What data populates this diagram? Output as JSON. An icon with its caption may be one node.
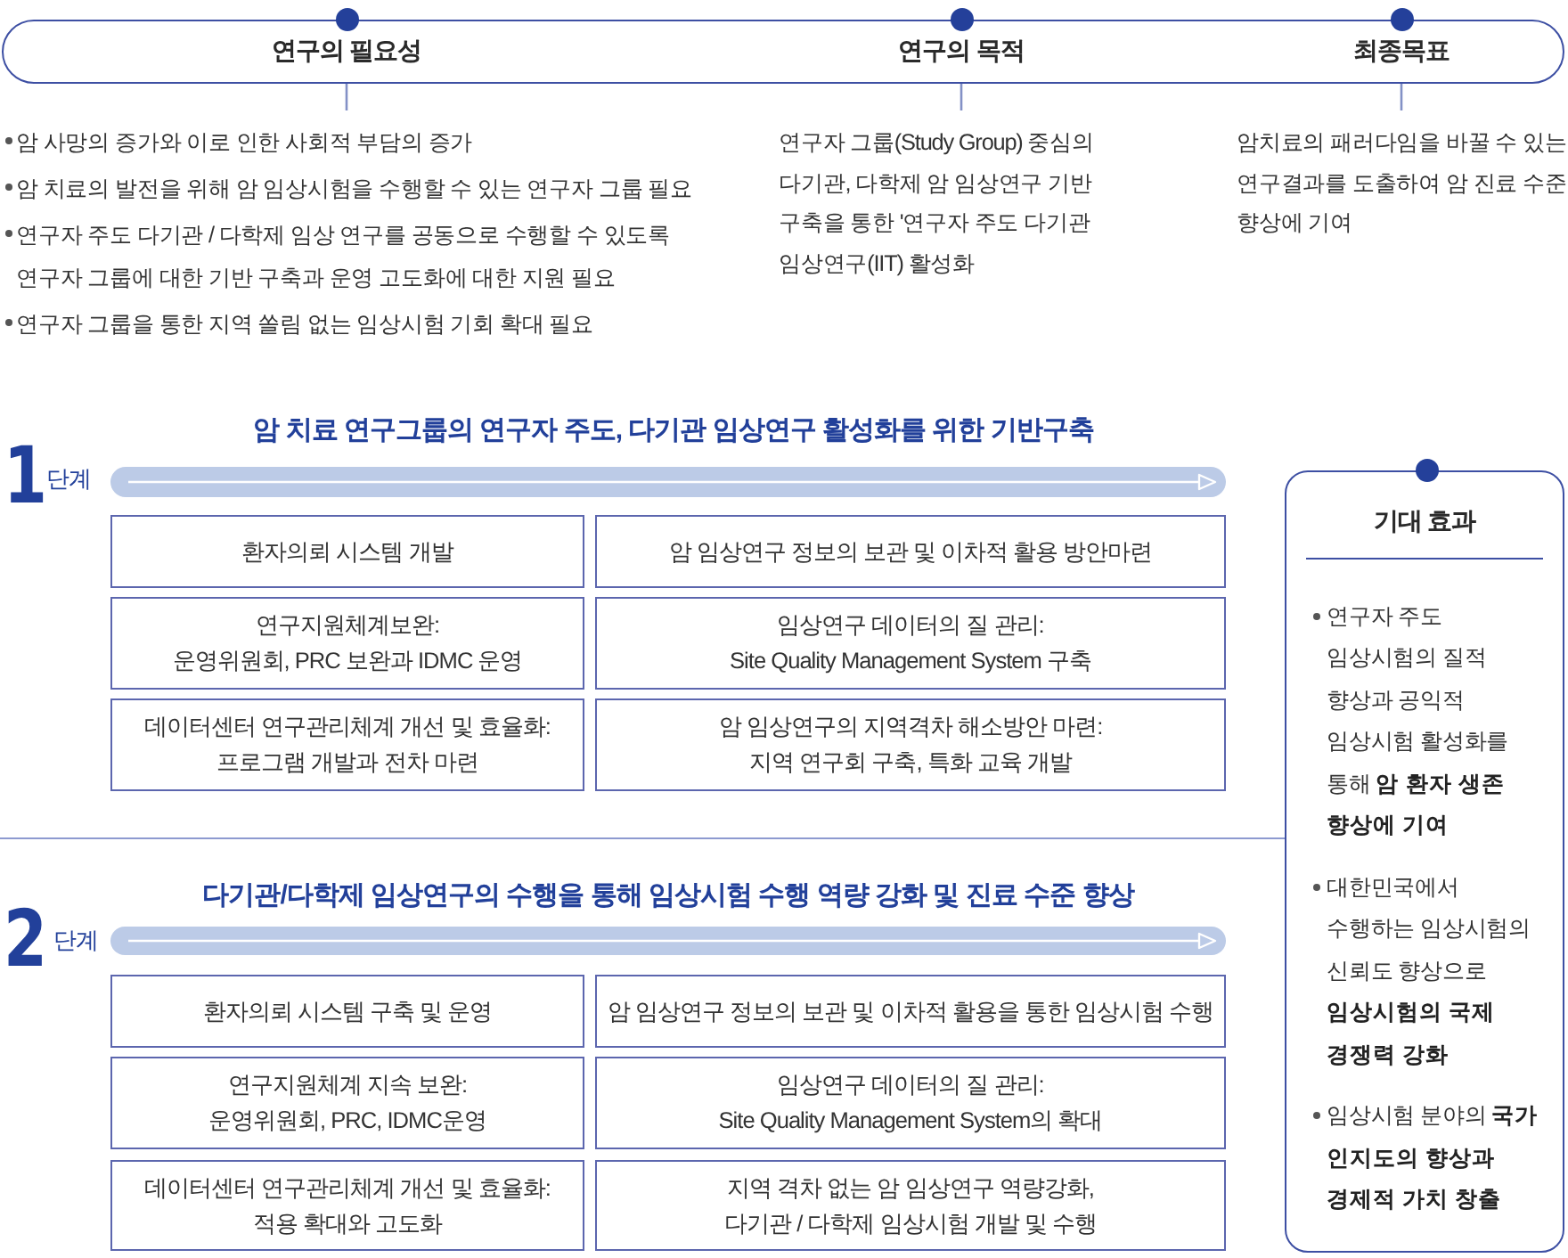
{
  "diagram": {
    "nodes": [
      {
        "text": [],
        "shape": "box"
      },
      {
        "text": [
          "연구의 필요성"
        ],
        "in": 0
      },
      {
        "text": [
          "연구의 목적"
        ],
        "in": 0
      },
      {
        "text": [
          "최종목표"
        ],
        "in": 0
      },
      {
        "text": [
          "암 사망의 증가와 이로 인한 사회적 부담의 증가",
          "암 치료의 발전을 위해 암 임상시험을 수행할 수 있는 연구자 그룹 필요",
          "연구자 주도 다기관 / 다학제 임상 연구를 공동으로 수행할 수 있도록 연구자 그룹에 대한 기반 구축과 운영 고도화에 대한 지원 필요",
          "연구자 그룹을 통한 지역 쏠림 없는 임상시험 기회 확대 필요"
        ]
      },
      {
        "text": [
          "연구자 그룹(Study Group) 중심의 다기관, 다학제 암 임상연구 기반 구축을 통한 '연구자 주도 다기관 임상연구(IIT) 활성화"
        ]
      },
      {
        "text": [
          "암치료의 패러다임을 바꿀 수 있는 연구결과를 도출하여 암 진료 수준 향상에 기여"
        ]
      },
      {
        "text": [
          "환자의뢰 시스템 개발"
        ]
      },
      {
        "text": [
          "암 임상연구 정보의 보관 및 이차적 활용 방안마련"
        ]
      },
      {
        "text": [
          "연구지원체계보완:",
          "운영위원회, PRC 보완과 IDMC 운영"
        ]
      },
      {
        "text": [
          "임상연구 데이터의 질 관리:",
          "Site Quality Management System 구축"
        ]
      },
      {
        "text": [
          "데이터센터 연구관리체계 개선 및 효율화:",
          "프로그램 개발과 전차 마련"
        ]
      },
      {
        "text": [
          "암 임상연구의 지역격차 해소방안 마련:",
          "지역 연구회 구축, 특화 교육 개발"
        ]
      },
      {
        "text": [
          "환자의뢰 시스템 구축 및 운영"
        ]
      },
      {
        "text": [
          "암 임상연구 정보의 보관 및 이차적 활용을 통한 임상시험 수행"
        ]
      },
      {
        "text": [
          "연구지원체계 지속 보완:",
          "운영위원회, PRC, IDMC운영"
        ]
      },
      {
        "text": [
          "임상연구 데이터의 질 관리:",
          "Site Quality Management System의 확대"
        ]
      },
      {
        "text": [
          "데이터센터 연구관리체계 개선 및 효율화:",
          "적용 확대와 고도화"
        ]
      },
      {
        "text": [
          "지역 격차 없는 암 임상연구 역량강화,",
          "다기관 / 다학제 임상시험 개발 및 수행"
        ]
      },
      {
        "text": [
          "기대 효과",
          "연구자 주도 임상시험의 질적 향상과 공익적 임상시험 활성화를 통해 **암 환자 생존 향상에 기여**",
          "대한민국에서 수행하는 임상시험의 신뢰도 향상으로 **임상시험의 국제 경쟁력 강화**",
          "임상시험 분야의 **국가 인지도의 향상과 경제적 가치 창출**"
        ]
      }
    ],
    "edges": [
      {
        "from": 1,
        "to": 4,
        "arrow": "none"
      },
      {
        "from": 2,
        "to": 5,
        "arrow": "none"
      },
      {
        "from": 3,
        "to": 6,
        "arrow": "none"
      }
    ],
    "labels": [
      "암 치료 연구그룹의 연구자 주도, 다기관 임상연구 활성화를 위한 기반구축",
      "1",
      "단계",
      "다기관/다학제 임상연구의 수행을 통해 임상시험 수행 역량 강화 및 진료 수준 향상",
      "2",
      "단계"
    ]
  }
}
